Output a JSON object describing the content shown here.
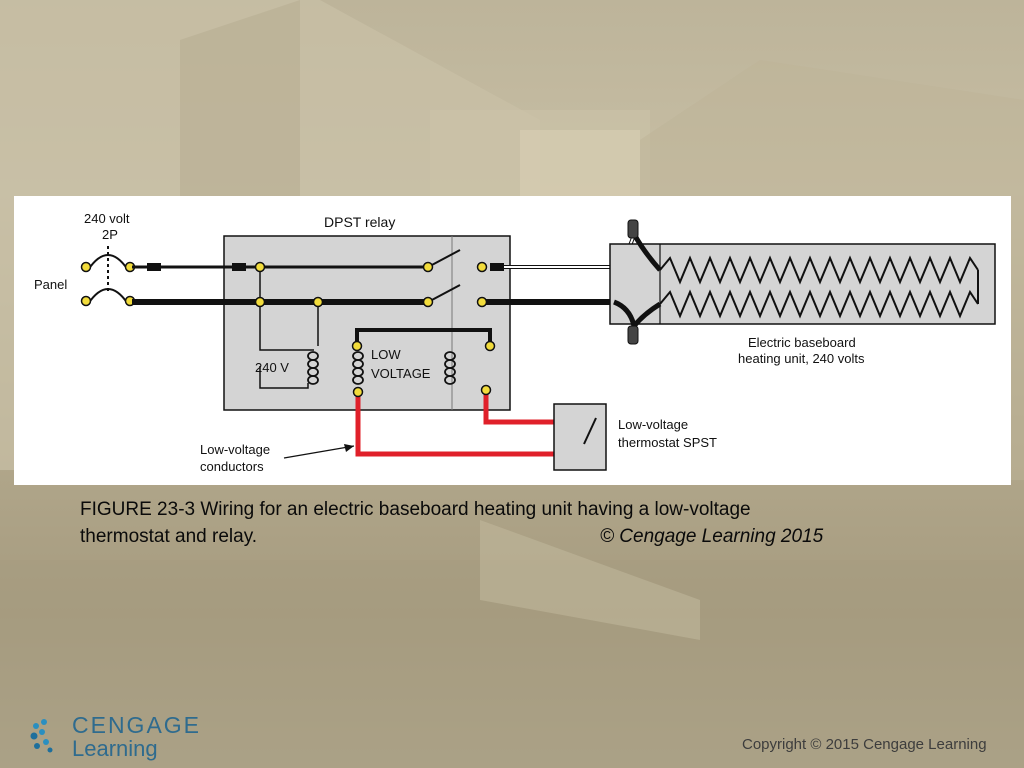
{
  "diagram": {
    "labels": {
      "breaker": [
        "240 volt",
        "2P"
      ],
      "panel": "Panel",
      "relay": "DPST relay",
      "coil_240": "240 V",
      "low_voltage": [
        "LOW",
        "VOLTAGE"
      ],
      "heater": [
        "Electric baseboard",
        "heating unit, 240 volts"
      ],
      "thermostat": [
        "Low-voltage",
        "thermostat SPST"
      ],
      "conductors": [
        "Low-voltage",
        "conductors"
      ]
    }
  },
  "caption": {
    "line1": "FIGURE 23-3 Wiring for an electric baseboard heating unit having a low-voltage",
    "line2": "thermostat and relay.",
    "credit": "© Cengage Learning 2015"
  },
  "footer": {
    "logo_top": "CENGAGE",
    "logo_bottom": "Learning",
    "copyright": "Copyright © 2015 Cengage Learning"
  },
  "colors": {
    "relay_box": "#d4d4d4",
    "low_voltage_wire": "#e0202a",
    "terminal": "#f2dc3c"
  }
}
